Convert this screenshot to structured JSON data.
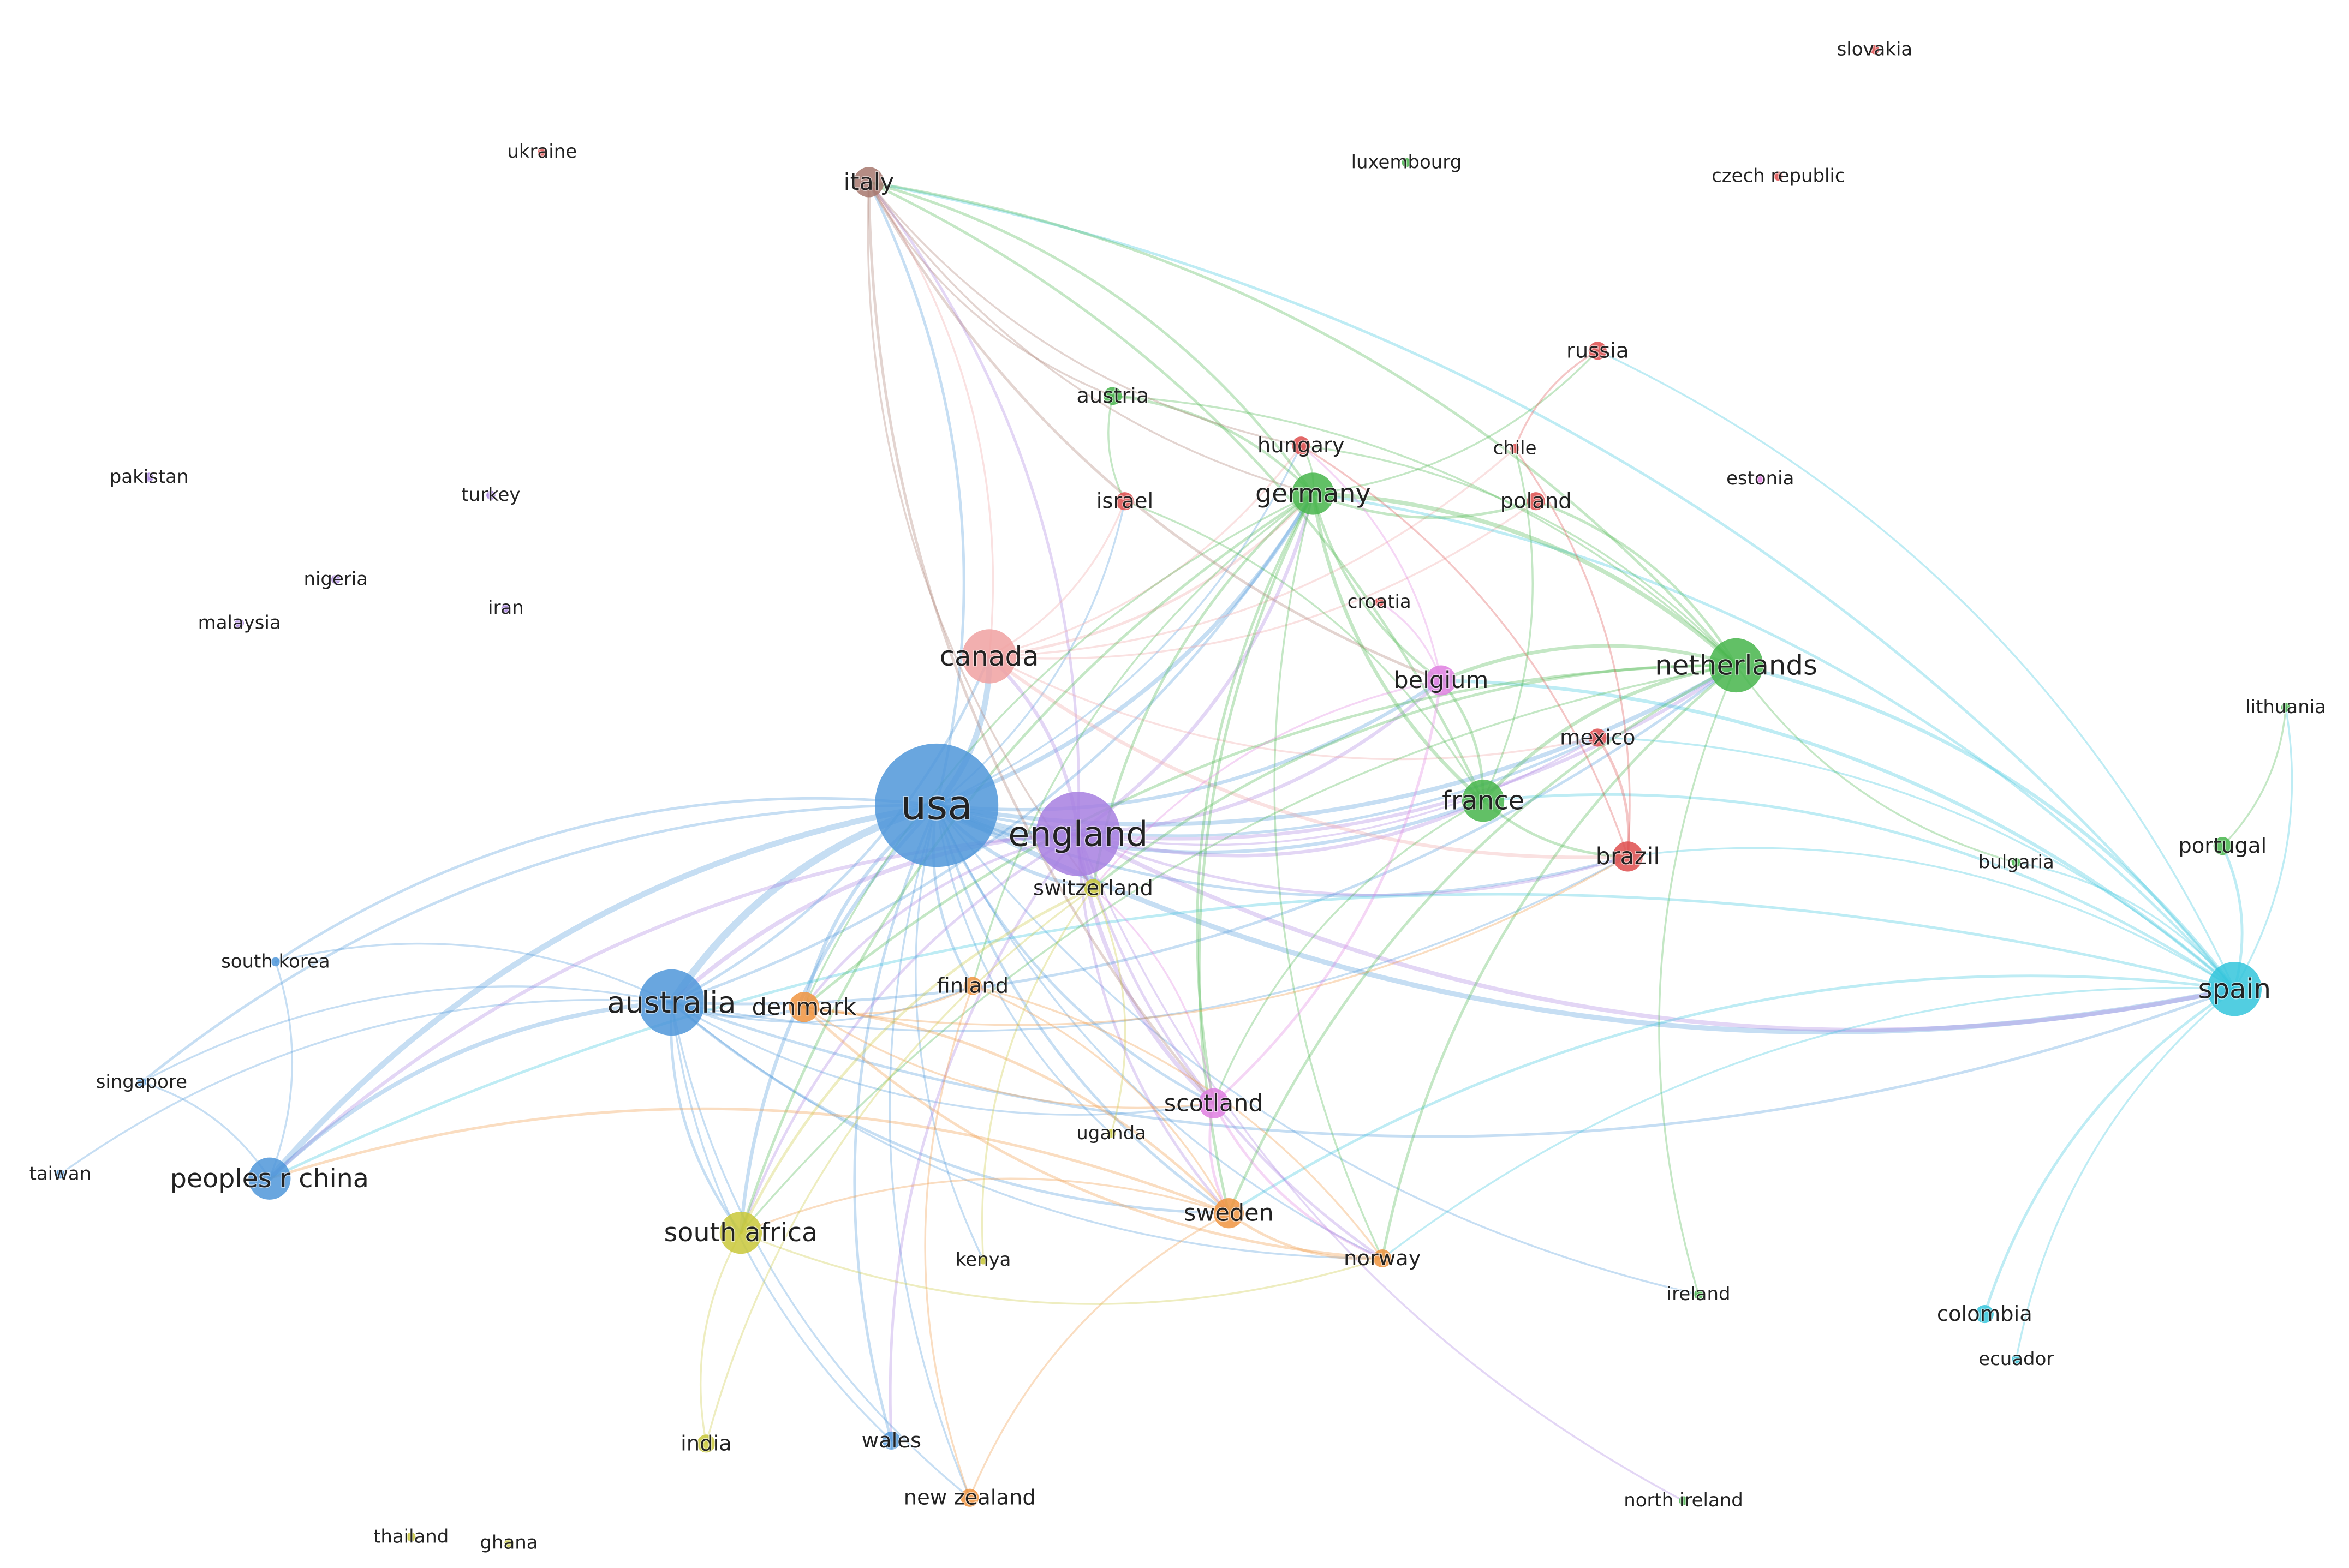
{
  "diagram": {
    "type": "country-collaboration-network",
    "clusters": {
      "blue": "#4f97d9",
      "purple": "#a77fe0",
      "green": "#47b54b",
      "red": "#de4d4d",
      "pink": "#e88aa0",
      "rose": "#f0a1a1",
      "brown": "#a7786e",
      "orange": "#f0943f",
      "yellow": "#c9c83a",
      "cyan": "#34c5dc",
      "magenta": "#df7fe0"
    },
    "nodes": [
      {
        "id": "usa",
        "label": "usa",
        "cluster": "blue",
        "weight": 10
      },
      {
        "id": "england",
        "label": "england",
        "cluster": "purple",
        "weight": 8
      },
      {
        "id": "australia",
        "label": "australia",
        "cluster": "blue",
        "weight": 6
      },
      {
        "id": "canada",
        "label": "canada",
        "cluster": "rose",
        "weight": 5
      },
      {
        "id": "spain",
        "label": "spain",
        "cluster": "cyan",
        "weight": 5
      },
      {
        "id": "netherlands",
        "label": "netherlands",
        "cluster": "green",
        "weight": 5
      },
      {
        "id": "germany",
        "label": "germany",
        "cluster": "green",
        "weight": 4
      },
      {
        "id": "france",
        "label": "france",
        "cluster": "green",
        "weight": 4
      },
      {
        "id": "south_africa",
        "label": "south africa",
        "cluster": "yellow",
        "weight": 4
      },
      {
        "id": "peoples_r_china",
        "label": "peoples r china",
        "cluster": "blue",
        "weight": 4
      },
      {
        "id": "italy",
        "label": "italy",
        "cluster": "brown",
        "weight": 3
      },
      {
        "id": "belgium",
        "label": "belgium",
        "cluster": "magenta",
        "weight": 3
      },
      {
        "id": "scotland",
        "label": "scotland",
        "cluster": "magenta",
        "weight": 3
      },
      {
        "id": "brazil",
        "label": "brazil",
        "cluster": "red",
        "weight": 3
      },
      {
        "id": "denmark",
        "label": "denmark",
        "cluster": "orange",
        "weight": 3
      },
      {
        "id": "sweden",
        "label": "sweden",
        "cluster": "orange",
        "weight": 3
      },
      {
        "id": "norway",
        "label": "norway",
        "cluster": "orange",
        "weight": 2
      },
      {
        "id": "switzerland",
        "label": "switzerland",
        "cluster": "yellow",
        "weight": 2
      },
      {
        "id": "finland",
        "label": "finland",
        "cluster": "orange",
        "weight": 2
      },
      {
        "id": "mexico",
        "label": "mexico",
        "cluster": "red",
        "weight": 2
      },
      {
        "id": "wales",
        "label": "wales",
        "cluster": "blue",
        "weight": 2
      },
      {
        "id": "new_zealand",
        "label": "new zealand",
        "cluster": "orange",
        "weight": 2
      },
      {
        "id": "india",
        "label": "india",
        "cluster": "yellow",
        "weight": 2
      },
      {
        "id": "hungary",
        "label": "hungary",
        "cluster": "red",
        "weight": 2
      },
      {
        "id": "israel",
        "label": "israel",
        "cluster": "red",
        "weight": 2
      },
      {
        "id": "poland",
        "label": "poland",
        "cluster": "red",
        "weight": 2
      },
      {
        "id": "chile",
        "label": "chile",
        "cluster": "red",
        "weight": 1
      },
      {
        "id": "russia",
        "label": "russia",
        "cluster": "red",
        "weight": 2
      },
      {
        "id": "austria",
        "label": "austria",
        "cluster": "green",
        "weight": 2
      },
      {
        "id": "croatia",
        "label": "croatia",
        "cluster": "red",
        "weight": 1
      },
      {
        "id": "portugal",
        "label": "portugal",
        "cluster": "green",
        "weight": 2
      },
      {
        "id": "lithuania",
        "label": "lithuania",
        "cluster": "green",
        "weight": 1
      },
      {
        "id": "bulgaria",
        "label": "bulgaria",
        "cluster": "green",
        "weight": 1
      },
      {
        "id": "colombia",
        "label": "colombia",
        "cluster": "cyan",
        "weight": 2
      },
      {
        "id": "ecuador",
        "label": "ecuador",
        "cluster": "cyan",
        "weight": 1
      },
      {
        "id": "ireland",
        "label": "ireland",
        "cluster": "green",
        "weight": 1
      },
      {
        "id": "north_ireland",
        "label": "north ireland",
        "cluster": "green",
        "weight": 1
      },
      {
        "id": "uganda",
        "label": "uganda",
        "cluster": "yellow",
        "weight": 1
      },
      {
        "id": "kenya",
        "label": "kenya",
        "cluster": "yellow",
        "weight": 1
      },
      {
        "id": "south_korea",
        "label": "south korea",
        "cluster": "blue",
        "weight": 1
      },
      {
        "id": "singapore",
        "label": "singapore",
        "cluster": "blue",
        "weight": 1
      },
      {
        "id": "taiwan",
        "label": "taiwan",
        "cluster": "blue",
        "weight": 1
      },
      {
        "id": "malaysia",
        "label": "malaysia",
        "cluster": "purple",
        "weight": 1
      },
      {
        "id": "nigeria",
        "label": "nigeria",
        "cluster": "purple",
        "weight": 1
      },
      {
        "id": "iran",
        "label": "iran",
        "cluster": "purple",
        "weight": 1
      },
      {
        "id": "turkey",
        "label": "turkey",
        "cluster": "purple",
        "weight": 1
      },
      {
        "id": "pakistan",
        "label": "pakistan",
        "cluster": "purple",
        "weight": 1
      },
      {
        "id": "ukraine",
        "label": "ukraine",
        "cluster": "red",
        "weight": 1
      },
      {
        "id": "luxembourg",
        "label": "luxembourg",
        "cluster": "green",
        "weight": 1
      },
      {
        "id": "czech_republic",
        "label": "czech republic",
        "cluster": "red",
        "weight": 1
      },
      {
        "id": "slovakia",
        "label": "slovakia",
        "cluster": "red",
        "weight": 1
      },
      {
        "id": "estonia",
        "label": "estonia",
        "cluster": "magenta",
        "weight": 1
      },
      {
        "id": "thailand",
        "label": "thailand",
        "cluster": "yellow",
        "weight": 1
      },
      {
        "id": "ghana",
        "label": "ghana",
        "cluster": "yellow",
        "weight": 1
      }
    ],
    "edges": [
      [
        "usa",
        "england",
        10
      ],
      [
        "usa",
        "australia",
        8
      ],
      [
        "usa",
        "canada",
        6
      ],
      [
        "usa",
        "spain",
        5
      ],
      [
        "usa",
        "netherlands",
        4
      ],
      [
        "usa",
        "germany",
        4
      ],
      [
        "usa",
        "peoples_r_china",
        6
      ],
      [
        "usa",
        "south_africa",
        3
      ],
      [
        "usa",
        "italy",
        2
      ],
      [
        "usa",
        "france",
        3
      ],
      [
        "usa",
        "belgium",
        3
      ],
      [
        "usa",
        "brazil",
        2
      ],
      [
        "usa",
        "denmark",
        3
      ],
      [
        "usa",
        "scotland",
        2
      ],
      [
        "usa",
        "switzerland",
        3
      ],
      [
        "usa",
        "sweden",
        2
      ],
      [
        "usa",
        "finland",
        2
      ],
      [
        "usa",
        "south_korea",
        2
      ],
      [
        "usa",
        "singapore",
        2
      ],
      [
        "usa",
        "wales",
        2
      ],
      [
        "usa",
        "israel",
        1
      ],
      [
        "usa",
        "mexico",
        2
      ],
      [
        "usa",
        "norway",
        1
      ],
      [
        "usa",
        "ireland",
        1
      ],
      [
        "usa",
        "new_zealand",
        1
      ],
      [
        "usa",
        "kenya",
        1
      ],
      [
        "usa",
        "uganda",
        1
      ],
      [
        "usa",
        "hungary",
        1
      ],
      [
        "england",
        "australia",
        4
      ],
      [
        "england",
        "canada",
        3
      ],
      [
        "england",
        "spain",
        4
      ],
      [
        "england",
        "netherlands",
        3
      ],
      [
        "england",
        "germany",
        3
      ],
      [
        "england",
        "france",
        3
      ],
      [
        "england",
        "belgium",
        3
      ],
      [
        "england",
        "scotland",
        4
      ],
      [
        "england",
        "sweden",
        2
      ],
      [
        "england",
        "peoples_r_china",
        3
      ],
      [
        "england",
        "brazil",
        2
      ],
      [
        "england",
        "italy",
        2
      ],
      [
        "england",
        "wales",
        2
      ],
      [
        "england",
        "south_africa",
        2
      ],
      [
        "england",
        "norway",
        2
      ],
      [
        "england",
        "denmark",
        2
      ],
      [
        "england",
        "switzerland",
        2
      ],
      [
        "england",
        "north_ireland",
        1
      ],
      [
        "england",
        "mexico",
        1
      ],
      [
        "australia",
        "peoples_r_china",
        4
      ],
      [
        "australia",
        "canada",
        2
      ],
      [
        "australia",
        "spain",
        2
      ],
      [
        "australia",
        "netherlands",
        2
      ],
      [
        "australia",
        "south_africa",
        2
      ],
      [
        "australia",
        "denmark",
        2
      ],
      [
        "australia",
        "sweden",
        2
      ],
      [
        "australia",
        "singapore",
        1
      ],
      [
        "australia",
        "taiwan",
        1
      ],
      [
        "australia",
        "wales",
        1
      ],
      [
        "australia",
        "new_zealand",
        1
      ],
      [
        "australia",
        "finland",
        1
      ],
      [
        "australia",
        "norway",
        1
      ],
      [
        "australia",
        "scotland",
        1
      ],
      [
        "australia",
        "south_korea",
        1
      ],
      [
        "australia",
        "brazil",
        1
      ],
      [
        "australia",
        "germany",
        2
      ],
      [
        "canada",
        "brazil",
        3
      ],
      [
        "canada",
        "germany",
        2
      ],
      [
        "canada",
        "hungary",
        1
      ],
      [
        "canada",
        "poland",
        1
      ],
      [
        "canada",
        "mexico",
        1
      ],
      [
        "canada",
        "italy",
        1
      ],
      [
        "canada",
        "chile",
        1
      ],
      [
        "canada",
        "israel",
        1
      ],
      [
        "spain",
        "netherlands",
        3
      ],
      [
        "spain",
        "germany",
        2
      ],
      [
        "spain",
        "france",
        2
      ],
      [
        "spain",
        "portugal",
        2
      ],
      [
        "spain",
        "colombia",
        2
      ],
      [
        "spain",
        "ecuador",
        1
      ],
      [
        "spain",
        "italy",
        2
      ],
      [
        "spain",
        "belgium",
        3
      ],
      [
        "spain",
        "bulgaria",
        1
      ],
      [
        "spain",
        "norway",
        1
      ],
      [
        "spain",
        "sweden",
        2
      ],
      [
        "spain",
        "peoples_r_china",
        2
      ],
      [
        "spain",
        "lithuania",
        1
      ],
      [
        "spain",
        "mexico",
        1
      ],
      [
        "spain",
        "brazil",
        1
      ],
      [
        "spain",
        "russia",
        1
      ],
      [
        "netherlands",
        "germany",
        4
      ],
      [
        "netherlands",
        "france",
        3
      ],
      [
        "netherlands",
        "belgium",
        3
      ],
      [
        "netherlands",
        "italy",
        2
      ],
      [
        "netherlands",
        "switzerland",
        2
      ],
      [
        "netherlands",
        "sweden",
        2
      ],
      [
        "netherlands",
        "norway",
        2
      ],
      [
        "netherlands",
        "denmark",
        2
      ],
      [
        "netherlands",
        "poland",
        2
      ],
      [
        "netherlands",
        "bulgaria",
        1
      ],
      [
        "netherlands",
        "hungary",
        1
      ],
      [
        "netherlands",
        "ireland",
        1
      ],
      [
        "netherlands",
        "austria",
        1
      ],
      [
        "netherlands",
        "south_africa",
        1
      ],
      [
        "germany",
        "france",
        3
      ],
      [
        "germany",
        "italy",
        2
      ],
      [
        "germany",
        "austria",
        2
      ],
      [
        "germany",
        "switzerland",
        2
      ],
      [
        "germany",
        "south_africa",
        2
      ],
      [
        "germany",
        "sweden",
        2
      ],
      [
        "germany",
        "scotland",
        2
      ],
      [
        "germany",
        "norway",
        1
      ],
      [
        "germany",
        "denmark",
        1
      ],
      [
        "germany",
        "belgium",
        2
      ],
      [
        "germany",
        "poland",
        2
      ],
      [
        "germany",
        "hungary",
        1
      ],
      [
        "germany",
        "russia",
        1
      ],
      [
        "germany",
        "finland",
        1
      ],
      [
        "france",
        "brazil",
        2
      ],
      [
        "france",
        "belgium",
        2
      ],
      [
        "france",
        "italy",
        2
      ],
      [
        "france",
        "chile",
        1
      ],
      [
        "france",
        "israel",
        1
      ],
      [
        "france",
        "scotland",
        1
      ],
      [
        "italy",
        "belgium",
        2
      ],
      [
        "italy",
        "scotland",
        2
      ],
      [
        "italy",
        "hungary",
        1
      ],
      [
        "italy",
        "switzerland",
        1
      ],
      [
        "italy",
        "austria",
        1
      ],
      [
        "italy",
        "germany",
        1
      ],
      [
        "scotland",
        "sweden",
        2
      ],
      [
        "scotland",
        "norway",
        2
      ],
      [
        "scotland",
        "belgium",
        2
      ],
      [
        "scotland",
        "switzerland",
        1
      ],
      [
        "sweden",
        "norway",
        2
      ],
      [
        "sweden",
        "denmark",
        2
      ],
      [
        "sweden",
        "finland",
        1
      ],
      [
        "sweden",
        "south_africa",
        1
      ],
      [
        "sweden",
        "peoples_r_china",
        2
      ],
      [
        "sweden",
        "new_zealand",
        1
      ],
      [
        "denmark",
        "norway",
        2
      ],
      [
        "denmark",
        "finland",
        1
      ],
      [
        "denmark",
        "brazil",
        1
      ],
      [
        "denmark",
        "scotland",
        1
      ],
      [
        "switzerland",
        "south_africa",
        2
      ],
      [
        "switzerland",
        "india",
        1
      ],
      [
        "switzerland",
        "kenya",
        1
      ],
      [
        "brazil",
        "mexico",
        2
      ],
      [
        "brazil",
        "chile",
        1
      ],
      [
        "brazil",
        "hungary",
        1
      ],
      [
        "belgium",
        "switzerland",
        1
      ],
      [
        "belgium",
        "croatia",
        1
      ],
      [
        "belgium",
        "hungary",
        1
      ],
      [
        "south_africa",
        "india",
        1
      ],
      [
        "south_africa",
        "norway",
        1
      ],
      [
        "peoples_r_china",
        "singapore",
        1
      ],
      [
        "peoples_r_china",
        "south_korea",
        1
      ],
      [
        "portugal",
        "lithuania",
        1
      ],
      [
        "russia",
        "chile",
        1
      ],
      [
        "austria",
        "israel",
        1
      ],
      [
        "finland",
        "new_zealand",
        1
      ],
      [
        "norway",
        "finland",
        1
      ],
      [
        "uganda",
        "switzerland",
        1
      ]
    ]
  }
}
